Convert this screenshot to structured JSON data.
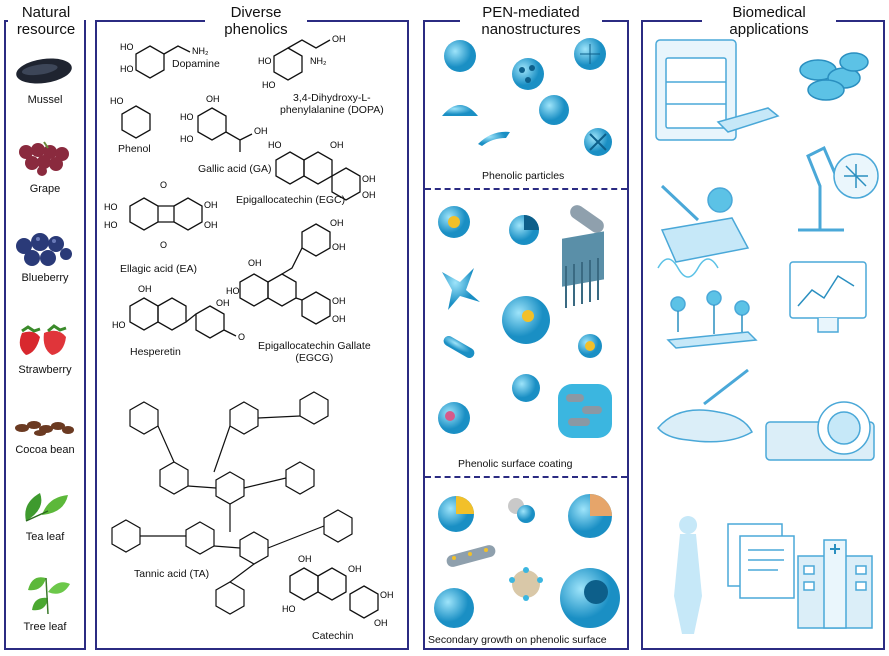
{
  "panels": {
    "natural": {
      "title_line1": "Natural",
      "title_line2": "resource"
    },
    "phenolics": {
      "title_line1": "Diverse",
      "title_line2": "phenolics"
    },
    "pen": {
      "title_line1": "PEN-mediated",
      "title_line2": "nanostructures"
    },
    "bio": {
      "title_line1": "Biomedical",
      "title_line2": "applications"
    }
  },
  "resources": [
    "Mussel",
    "Grape",
    "Blueberry",
    "Strawberry",
    "Cocoa bean",
    "Tea leaf",
    "Tree leaf"
  ],
  "molecules": {
    "dopamine": "Dopamine",
    "dopa_line1": "3,4-Dihydroxy-L-",
    "dopa_line2": "phenylalanine (DOPA)",
    "phenol": "Phenol",
    "gallic": "Gallic acid (GA)",
    "egc": "Epigallocatechin (EGC)",
    "ea": "Ellagic acid (EA)",
    "hesperetin": "Hesperetin",
    "egcg_line1": "Epigallocatechin Gallate",
    "egcg_line2": "(EGCG)",
    "ta": "Tannic acid (TA)",
    "catechin": "Catechin"
  },
  "nano_sections": [
    "Phenolic particles",
    "Phenolic surface coating",
    "Secondary growth on phenolic surface"
  ],
  "colors": {
    "frame": "#2b2b82",
    "particle": "#3bb6e0",
    "particle_dark": "#1a8fc4",
    "device": "#7cc6ea"
  }
}
